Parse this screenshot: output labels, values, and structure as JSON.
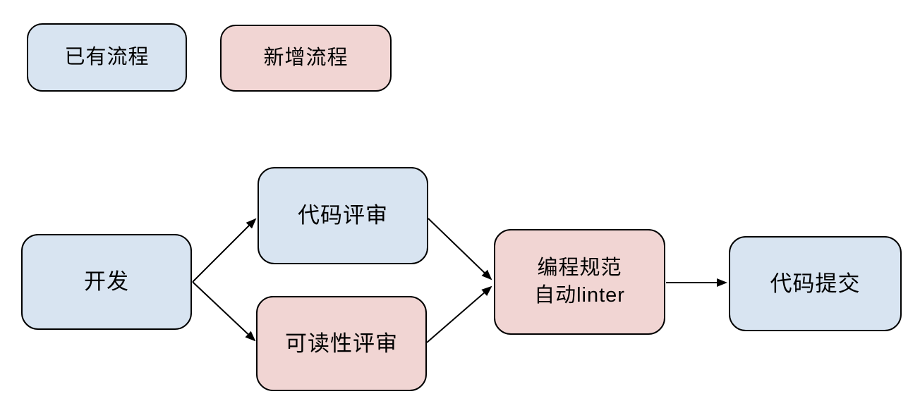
{
  "legend": {
    "existing_label": "已有流程",
    "new_label": "新增流程"
  },
  "colors": {
    "existing_fill": "#d8e4f1",
    "new_fill": "#f1d5d3",
    "border": "#000000",
    "text": "#000000",
    "background": "#ffffff"
  },
  "nodes": {
    "dev": {
      "label": "开发",
      "category": "existing"
    },
    "code_review": {
      "label": "代码评审",
      "category": "existing"
    },
    "readability_review": {
      "label": "可读性评审",
      "category": "new"
    },
    "linter": {
      "label_line1": "编程规范",
      "label_line2": "自动linter",
      "category": "new"
    },
    "commit": {
      "label": "代码提交",
      "category": "existing"
    }
  },
  "edges": [
    {
      "from": "开发",
      "to": "代码评审"
    },
    {
      "from": "开发",
      "to": "可读性评审"
    },
    {
      "from": "代码评审",
      "to": "编程规范 自动linter"
    },
    {
      "from": "可读性评审",
      "to": "编程规范 自动linter"
    },
    {
      "from": "编程规范 自动linter",
      "to": "代码提交"
    }
  ]
}
